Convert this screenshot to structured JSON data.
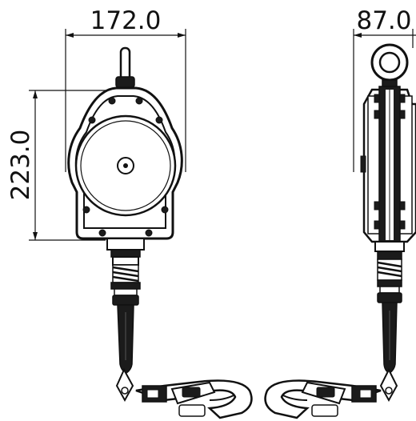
{
  "dimensions": {
    "width_front": "172.0",
    "height_front": "223.0",
    "width_side": "87.0"
  }
}
